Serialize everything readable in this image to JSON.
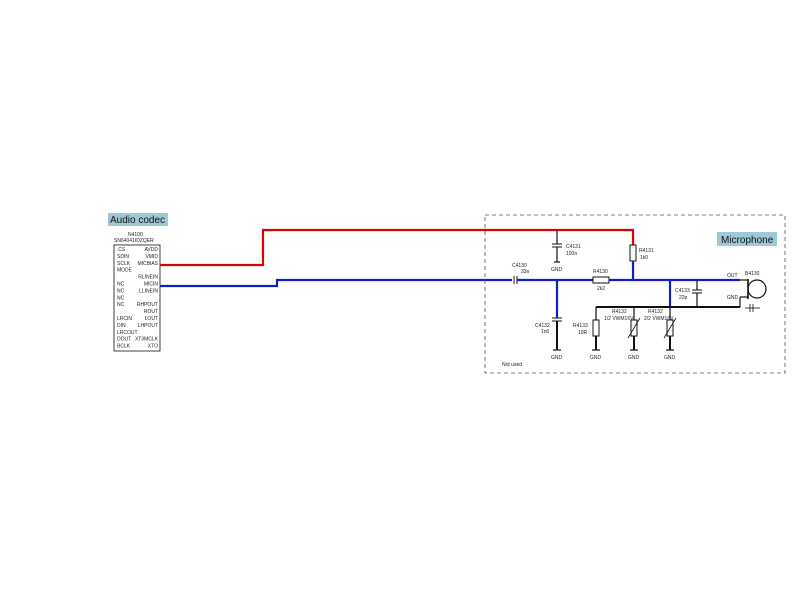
{
  "codec": {
    "title": "Audio codec",
    "ref": "N4100",
    "part": "SN64041IDZQER",
    "pins_left": [
      ".CS",
      "SDIN",
      "SCLK",
      "MODE",
      "",
      "NC",
      "NC",
      "NC",
      "NC",
      "",
      "LRCIN",
      "DIN",
      "LRCOUT",
      "DOUT",
      "BCLK"
    ],
    "pins_right": [
      "AVDD",
      "VMID",
      "MICBIAS",
      "",
      "RLINEIN",
      "MICIN",
      "LLINEIN",
      "",
      "RHPOUT",
      "ROUT",
      "LOUT",
      "LHPOUT",
      "",
      "XTI/MCLK",
      "XTO"
    ]
  },
  "microphone_section": {
    "title": "Microphone",
    "not_used_label": "Not used",
    "mic_ref": "B4130",
    "mic_pin_out": "OUT",
    "mic_pin_gnd": "GND"
  },
  "components": {
    "c4130": {
      "ref": "C4130",
      "value": "33n"
    },
    "c4131": {
      "ref": "C4131",
      "value": "100n"
    },
    "r4131": {
      "ref": "R4131",
      "value": "1k0"
    },
    "r4130": {
      "ref": "R4130",
      "value": "2k2"
    },
    "c4133": {
      "ref": "C4133",
      "value": "22p"
    },
    "c4132": {
      "ref": "C4132",
      "value": "1n0"
    },
    "r4133": {
      "ref": "R4133",
      "value": "10R"
    },
    "r4132a": {
      "ref": "R4132",
      "value": "1/2 VWM16V"
    },
    "r4132b": {
      "ref": "R4132",
      "value": "2/2 VWM16V"
    }
  },
  "gnd_label": "GND",
  "colors": {
    "bias_net": "#e00000",
    "signal_net": "#1020c8",
    "wire": "#111111",
    "header_bg": "#9fc9d6",
    "dashed_box": "#555555"
  }
}
